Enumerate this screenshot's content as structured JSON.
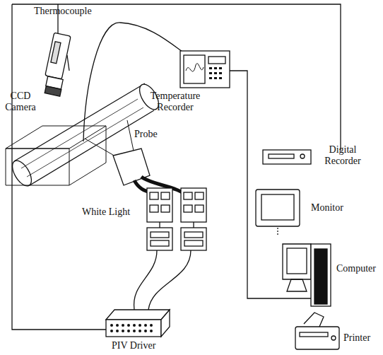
{
  "diagram": {
    "labels": [
      "Thermocouple",
      "CCD Camera",
      "Temperature Recorder",
      "Digital Recorder",
      "Probe",
      "Monitor",
      "Computer",
      "White Light",
      "PIV Driver",
      "Printer"
    ]
  }
}
